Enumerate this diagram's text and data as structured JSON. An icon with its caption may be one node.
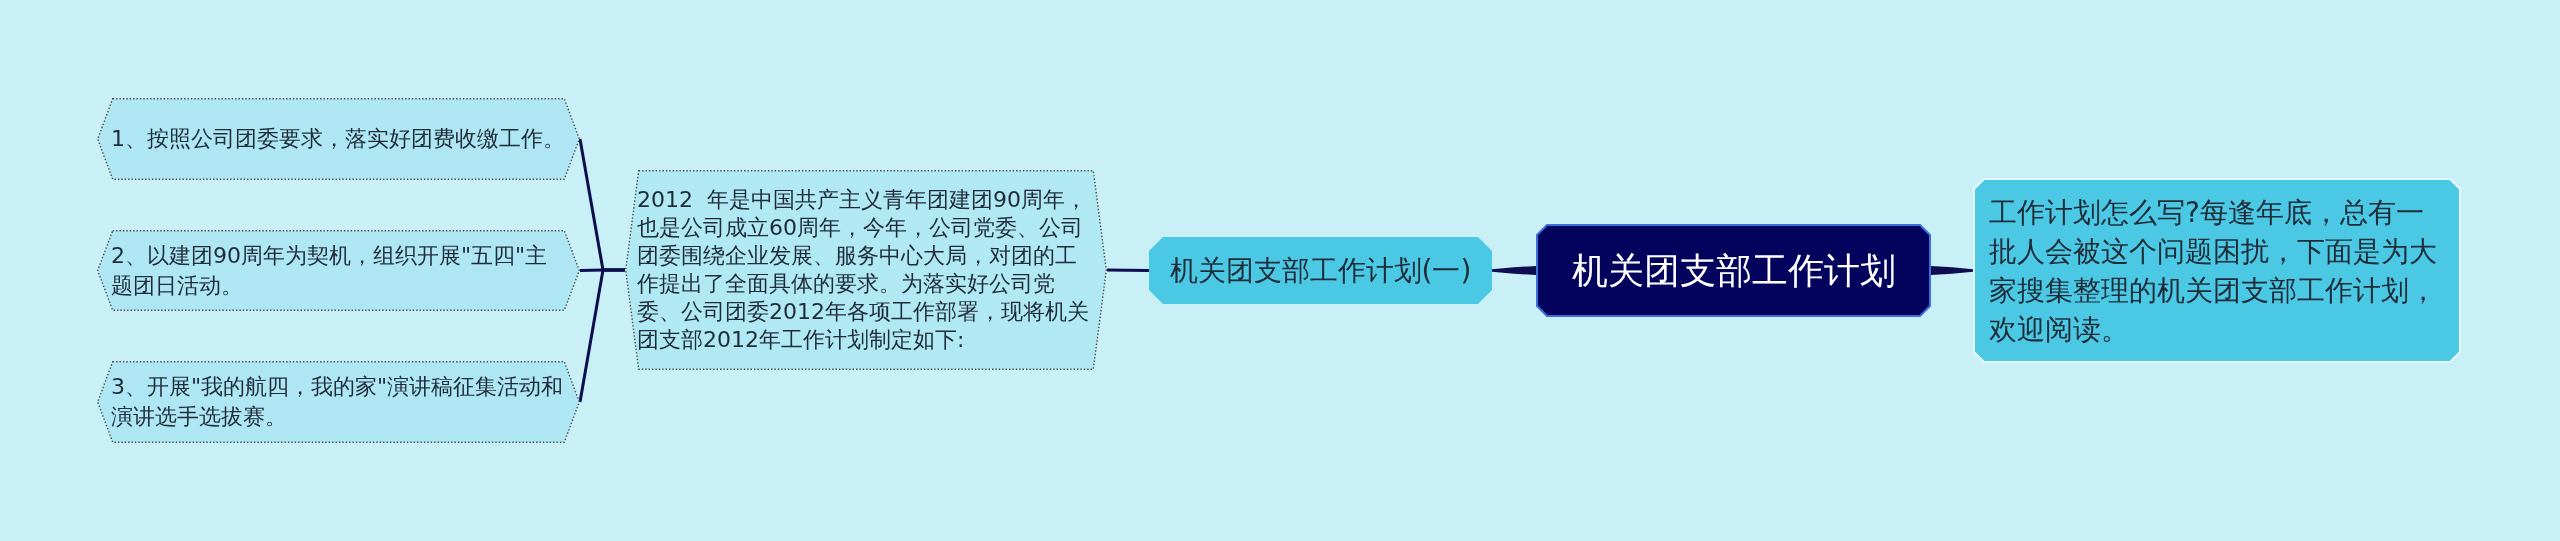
{
  "diagram": {
    "nodes": [
      {
        "text": [
          "机关团支部工作计划"
        ]
      },
      {
        "text": [
          "机关团支部工作计划(一)"
        ]
      },
      {
        "text": [
          "2012  年是中国共产主义青年团建团90周年，也是公司成立60周年，今年，公司党委、公司团委围绕企业发展、服务中心大局，对团的工作提出了全面具体的要求。为落实好公司党委、公司团委2012年各项工作部署，现将机关团支部2012年工作计划制定如下:"
        ]
      },
      {
        "text": [
          "1、按照公司团委要求，落实好团费收缴工作。"
        ]
      },
      {
        "text": [
          "2、以建团90周年为契机，组织开展\"五四\"主题团日活动。"
        ]
      },
      {
        "text": [
          "3、开展\"我的航四，我的家\"演讲稿征集活动和演讲选手选拔赛。"
        ]
      },
      {
        "text": [
          "工作计划怎么写?每逢年底，总有一批人会被这个问题困扰，下面是为大家搜集整理的机关团支部工作计划，欢迎阅读。"
        ]
      }
    ],
    "edges": [
      {
        "from": 0,
        "to": 1,
        "arrow": "none",
        "style": "thick"
      },
      {
        "from": 0,
        "to": 6,
        "arrow": "none",
        "style": "thick"
      },
      {
        "from": 1,
        "to": 2,
        "arrow": "none"
      },
      {
        "from": 2,
        "to": 3,
        "arrow": "none"
      },
      {
        "from": 2,
        "to": 4,
        "arrow": "none"
      },
      {
        "from": 2,
        "to": 5,
        "arrow": "none"
      }
    ]
  }
}
